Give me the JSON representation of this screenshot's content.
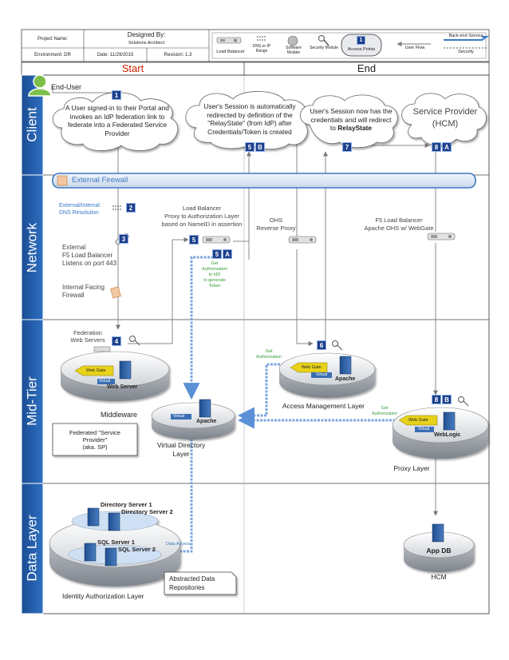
{
  "header": {
    "project_name_label": "Project Name:",
    "designed_by_label": "Designed By:",
    "designed_by_value": "Solutions Architect",
    "environment_label": "Environment: DR",
    "date_label": "Date: 11/29/2015",
    "revision_label": "Revision: 1.3"
  },
  "legend": {
    "load_balancer": "Load Balancer",
    "dns": "DNS or IP Range",
    "software_module": "Software Module",
    "security_module": "Security Module",
    "access_points": "Access Points",
    "access_points_num": "1",
    "user_flow": "User Flow",
    "backend_service": "Back-end Service",
    "security": "Security"
  },
  "columns": {
    "start": "Start",
    "end": "End"
  },
  "lanes": {
    "client": "Client",
    "network": "Network",
    "mid_tier": "Mid-Tier",
    "data_layer": "Data Layer"
  },
  "client": {
    "end_user": "End-User",
    "step1": "1",
    "cloud1": "A User signed-in to their Portal and invokes an IdP federation link to federate into a Federated Service Provider",
    "cloud2": "User's Session is automatically redirected by definition of the \"RelayState\" (from IdP) after Credentials/Token is created",
    "step5b_num": "5",
    "step5b_letter": "B",
    "cloud3_a": "User's Session now has the credentials and will redirect to",
    "cloud3_b": "RelayState",
    "step7": "7",
    "sp_line1": "Service Provider",
    "sp_line2": "(HCM)",
    "step8a_num": "8",
    "step8a_letter": "A"
  },
  "network": {
    "firewall": "External Firewall",
    "dns_line1": "External/Internal",
    "dns_line2": "DNS Resolution",
    "step2": "2",
    "step3": "3",
    "f5_line1": "External",
    "f5_line2": "F5 Load Balancer",
    "f5_line3": "Listens on port 443",
    "internal_fw1": "Internal Facing",
    "internal_fw2": "Firewall",
    "lb_line1": "Load Balancer",
    "lb_line2": "Proxy to Authorization Layer",
    "lb_line3": "based on NameID in assertion",
    "step5": "5",
    "step5a_num": "5",
    "step5a_letter": "A",
    "get_auth_1": "Get",
    "get_auth_2": "Authorization",
    "get_auth_3": "to IdD",
    "get_auth_4": "to generate",
    "get_auth_5": "Token",
    "ohs_line1": "OHS",
    "ohs_line2": "Reverse Proxy",
    "f5b_line1": "F5 Load Balancer",
    "f5b_line2": "Apache OHS w/ WebGate"
  },
  "midtier": {
    "fed_line1": "Federation",
    "fed_line2": "Web Servers",
    "step4": "4",
    "web_gate": "Web Gate",
    "virtual": "Virtual",
    "web_server": "Web Server",
    "middleware": "Middleware",
    "fed_sp_line1": "Federated \"Service",
    "fed_sp_line2": "Provider\"",
    "fed_sp_line3": "(aka. SP)",
    "apache": "Apache",
    "vdl_line1": "Virtual Directory",
    "vdl_line2": "Layer",
    "step6": "6",
    "get_auth_a1": "Get",
    "get_auth_a2": "Authorization",
    "aml": "Access Management Layer",
    "apache2": "Apache",
    "step8b_num": "8",
    "step8b_letter": "B",
    "get_auth_b1": "Get",
    "get_auth_b2": "Authorization",
    "weblogic": "WebLogic",
    "proxy_layer": "Proxy Layer"
  },
  "datalayer": {
    "dir1": "Directory Server 1",
    "dir2": "Directory Server 2",
    "sql1": "SQL Server 1",
    "sql2": "SQL Server 2",
    "data_access": "Data Access",
    "abstract1": "Abstracted Data",
    "abstract2": "Repositories",
    "ial": "Identity Authorization Layer",
    "app_db": "App DB",
    "hcm": "HCM"
  },
  "colors": {
    "lane_fill": "#1e5aa6",
    "badge": "#1d3f8a",
    "accent_blue": "#3b78c4",
    "start_red": "#cc2200",
    "webgate": "#e8d21a",
    "green_text": "#3a9a3a"
  }
}
